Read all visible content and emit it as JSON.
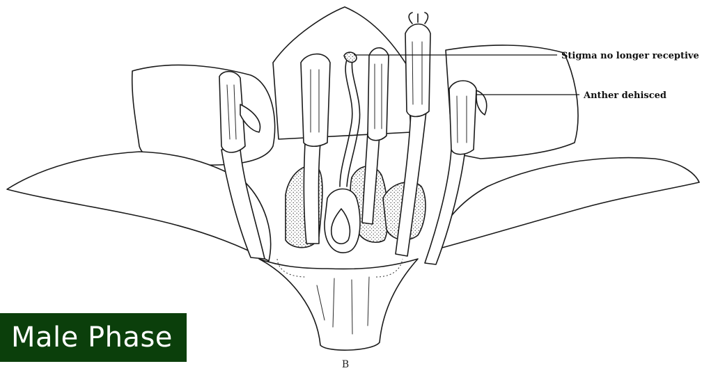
{
  "annotations": [
    {
      "id": "stigma",
      "label": "Stigma no longer receptive"
    },
    {
      "id": "anther",
      "label": "Anther dehisced"
    }
  ],
  "figure_letter": "B",
  "phase_label": "Male Phase"
}
